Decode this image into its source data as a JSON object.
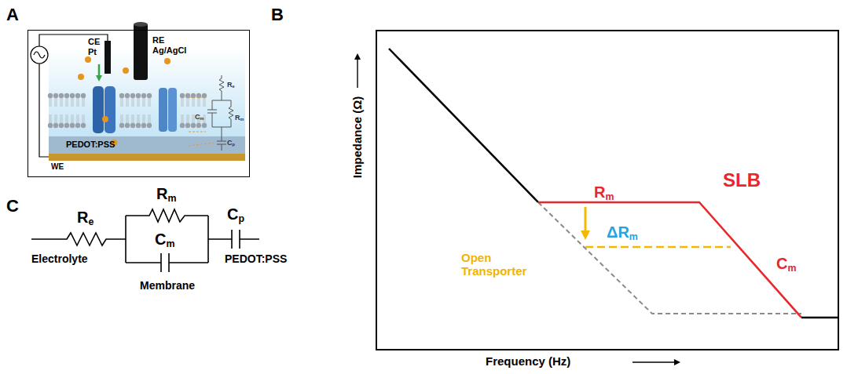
{
  "diagram": {
    "nodes": [
      {
        "text": [
          "CE Pt",
          "RE Ag/AgCl",
          "Re",
          "Cm",
          "Rm",
          "Cp",
          "PEDOT:PSS",
          "WE"
        ]
      },
      {
        "text": [
          "Rm",
          "ΔRm",
          "SLB",
          "Open Transporter",
          "Cm"
        ]
      }
    ],
    "labels": [
      "A",
      "B",
      "C",
      "Impedance (Ω)",
      "Frequency (Hz)",
      "Re",
      "Rm",
      "Cm",
      "Cp",
      "Electrolyte",
      "Membrane",
      "PEDOT:PSS"
    ]
  }
}
